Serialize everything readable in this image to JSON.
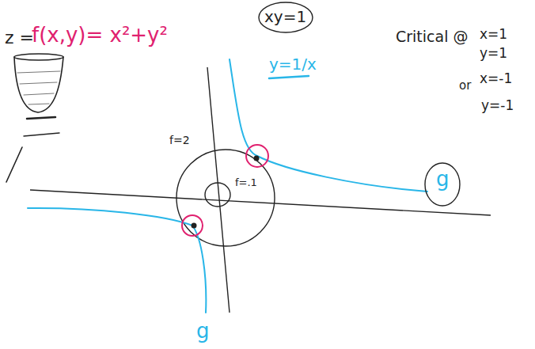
{
  "diagram": {
    "labels": [
      "z =",
      "f(x,y)= x²+y²",
      "xy=1",
      "y=1/x",
      "Critical @",
      "x=1",
      "y=1",
      "or",
      "x=-1",
      "y=-1",
      "f=2",
      "f=.1",
      "g",
      "g"
    ]
  }
}
